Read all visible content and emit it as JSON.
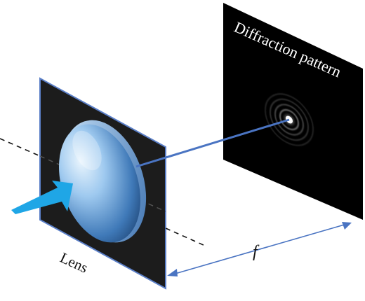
{
  "labels": {
    "screen": "Diffraction pattern",
    "lens": "Lens",
    "focal": "f"
  },
  "colors": {
    "panel": "#1c1c1c",
    "panel_edge": "#5b7fc7",
    "screen": "#000000",
    "lens_light": "#cfe7fb",
    "lens_dark": "#1f4f86",
    "arrow": "#1fa6e6",
    "beam": "#4a74c2",
    "dimension": "#4a74c2",
    "axis": "#111111"
  },
  "icons": {
    "incoming_light": "arrow-icon",
    "dimension_ends": "double-arrow-icon"
  }
}
